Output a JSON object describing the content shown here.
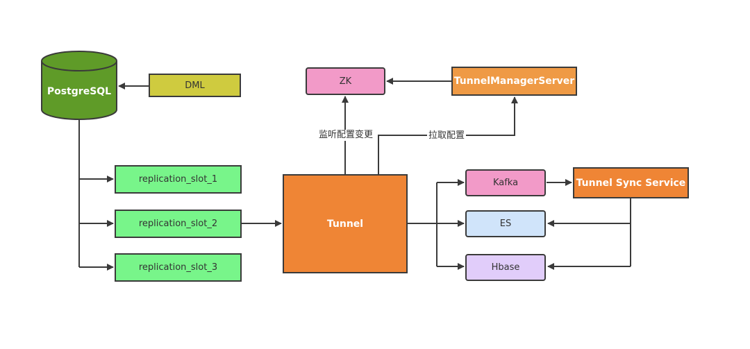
{
  "nodes": {
    "postgresql": {
      "label": "PostgreSQL",
      "color": "#5f9b28"
    },
    "dml": {
      "label": "DML",
      "color": "#cfcb3f"
    },
    "slot1": {
      "label": "replication_slot_1",
      "color": "#78f58a"
    },
    "slot2": {
      "label": "replication_slot_2",
      "color": "#78f58a"
    },
    "slot3": {
      "label": "replication_slot_3",
      "color": "#78f58a"
    },
    "tunnel": {
      "label": "Tunnel",
      "color": "#ef8535"
    },
    "zk": {
      "label": "ZK",
      "color": "#f29ac8"
    },
    "tms": {
      "label": "TunnelManagerServer",
      "color": "#ef9a45"
    },
    "kafka": {
      "label": "Kafka",
      "color": "#f29ac8"
    },
    "es": {
      "label": "ES",
      "color": "#d0e4fa"
    },
    "hbase": {
      "label": "Hbase",
      "color": "#e1cdfa"
    },
    "tss": {
      "label": "Tunnel Sync Service",
      "color": "#ef8535"
    }
  },
  "edges": {
    "listen_label": "监听配置变更",
    "pull_label": "拉取配置"
  }
}
